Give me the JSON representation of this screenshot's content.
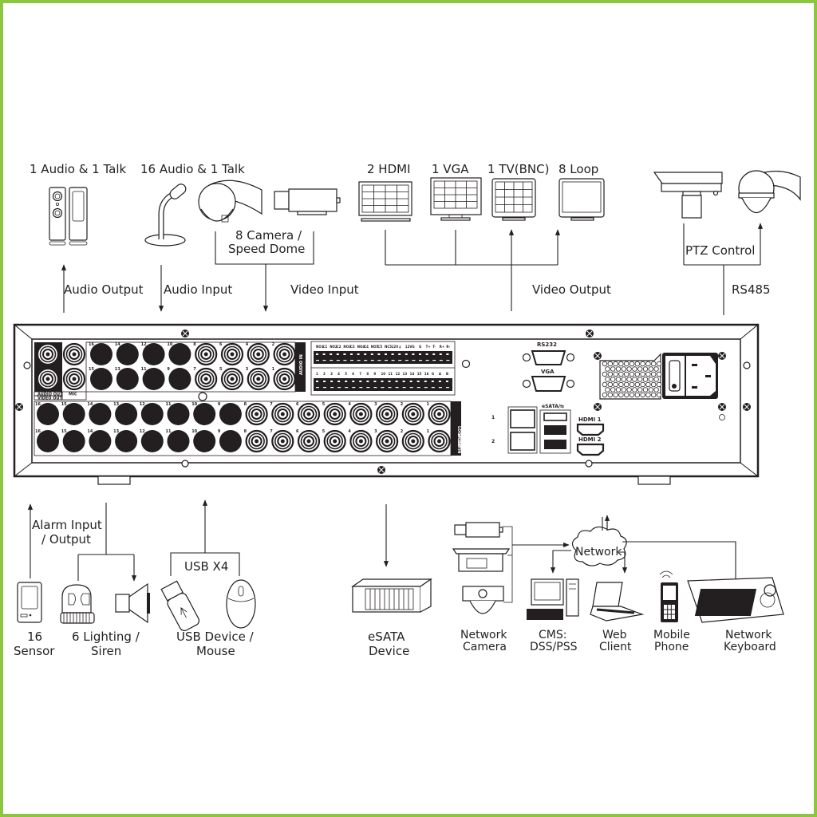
{
  "theme": {
    "frame_color": "#8cc63f",
    "line_color": "#231f20"
  },
  "top_devices": {
    "audio_out": {
      "title": "1 Audio  & 1 Talk",
      "connection": "Audio  Output"
    },
    "audio_in": {
      "title": "16 Audio & 1 Talk",
      "connection": "Audio  Input"
    },
    "video_in": {
      "title_line1": "8 Camera /",
      "title_line2": "Speed Dome",
      "connection": "Video Input"
    },
    "video_out": {
      "monitors": [
        "2 HDMI",
        "1 VGA",
        "1 TV(BNC)",
        "8 Loop"
      ],
      "connection": "Video Output"
    },
    "ptz": {
      "title": "PTZ Control",
      "connection": "RS485"
    }
  },
  "panel": {
    "audio_out_label": "AUDIO OUT",
    "video_out_label": "VIDEO OUT",
    "mic_label": "MIC",
    "audio_in_label": "AUDIO IN",
    "loop_out_label": "LOOP OUT",
    "video_in_label": "VIDEO IN",
    "audio_even_ports": [
      "16",
      "14",
      "12",
      "10",
      "8",
      "6",
      "4",
      "2"
    ],
    "audio_odd_ports": [
      "15",
      "13",
      "11",
      "9",
      "7",
      "5",
      "3",
      "1"
    ],
    "video_ports": [
      "16",
      "15",
      "14",
      "13",
      "12",
      "11",
      "10",
      "9",
      "8",
      "7",
      "6",
      "5",
      "4",
      "3",
      "2",
      "1"
    ],
    "terminal_top_labels": [
      "NO1",
      "C1",
      "NO2",
      "C2",
      "NO3",
      "C3",
      "NO4",
      "C4",
      "NO5",
      "C5",
      "NC5",
      "12V",
      "⏚",
      "12V",
      "G",
      "G",
      "T+",
      "T-",
      "R+",
      "R-"
    ],
    "terminal_bottom_labels": [
      "1",
      "2",
      "3",
      "4",
      "5",
      "6",
      "7",
      "8",
      "9",
      "10",
      "11",
      "12",
      "13",
      "14",
      "15",
      "16",
      "G",
      "A",
      "B"
    ],
    "rs232_label": "RS232",
    "vga_label": "VGA",
    "lan_labels": [
      "1",
      "2"
    ],
    "esata_usb_label": "eSATA/⇆",
    "hdmi_labels": [
      "HDMI 1",
      "HDMI 2"
    ]
  },
  "bottom_devices": {
    "alarm": {
      "connection_line1": "Alarm Input",
      "connection_line2": "/ Output",
      "sensor_line1": "16",
      "sensor_line2": "Sensor",
      "siren_line1": "6 Lighting /",
      "siren_line2": "Siren"
    },
    "usb": {
      "connection": "USB X4",
      "device_line1": "USB Device /",
      "device_line2": "Mouse"
    },
    "esata": {
      "line1": "eSATA",
      "line2": "Device"
    },
    "network": {
      "cloud_label": "Network",
      "devices": [
        {
          "line1": "Network",
          "line2": "Camera"
        },
        {
          "line1": "CMS:",
          "line2": "DSS/PSS"
        },
        {
          "line1": "Web",
          "line2": "Client"
        },
        {
          "line1": "Mobile",
          "line2": "Phone"
        },
        {
          "line1": "Network",
          "line2": "Keyboard"
        }
      ]
    }
  }
}
